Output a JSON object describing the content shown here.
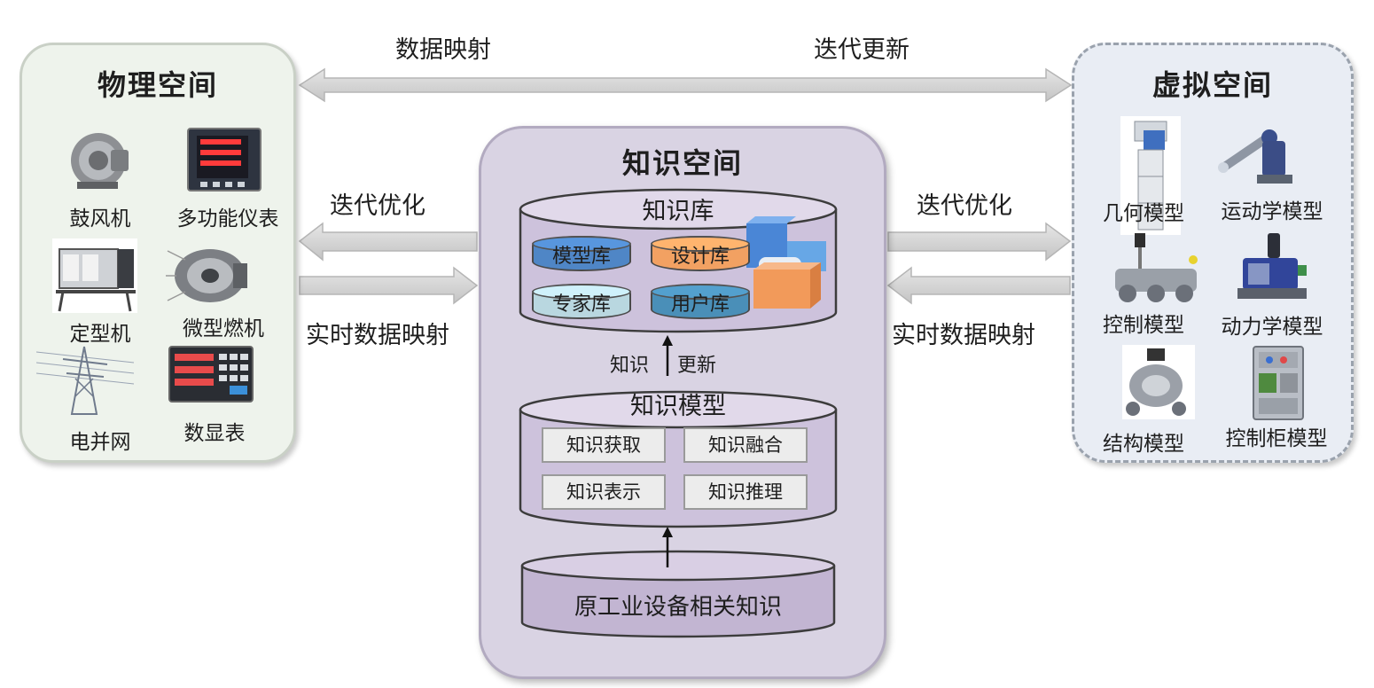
{
  "top_arrow": {
    "left_label": "数据映射",
    "right_label": "迭代更新"
  },
  "physical_space": {
    "title": "物理空间",
    "items": [
      {
        "label": "鼓风机",
        "icon": "blower-icon"
      },
      {
        "label": "多功能仪表",
        "icon": "multifunction-meter-icon"
      },
      {
        "label": "定型机",
        "icon": "setting-machine-icon"
      },
      {
        "label": "微型燃机",
        "icon": "micro-turbine-icon"
      },
      {
        "label": "电并网",
        "icon": "power-grid-tower-icon"
      },
      {
        "label": "数显表",
        "icon": "digital-display-meter-icon"
      }
    ]
  },
  "virtual_space": {
    "title": "虚拟空间",
    "items": [
      {
        "label": "几何模型",
        "icon": "geometric-model-icon"
      },
      {
        "label": "运动学模型",
        "icon": "kinematic-model-icon"
      },
      {
        "label": "控制模型",
        "icon": "control-model-icon"
      },
      {
        "label": "动力学模型",
        "icon": "dynamic-model-icon"
      },
      {
        "label": "结构模型",
        "icon": "structure-model-icon"
      },
      {
        "label": "控制柜模型",
        "icon": "control-cabinet-model-icon"
      }
    ]
  },
  "left_arrows": {
    "upper_label": "迭代优化",
    "lower_label": "实时数据映射"
  },
  "right_arrows": {
    "upper_label": "迭代优化",
    "lower_label": "实时数据映射"
  },
  "knowledge_space": {
    "title": "知识空间",
    "knowledge_base": {
      "title": "知识库",
      "sub_dbs": [
        {
          "label": "模型库",
          "color": "#4f86c6"
        },
        {
          "label": "设计库",
          "color": "#f2a162"
        },
        {
          "label": "专家库",
          "color": "#b9d7e0"
        },
        {
          "label": "用户库",
          "color": "#4a8fb8"
        }
      ]
    },
    "update_arrow": {
      "left_label": "知识",
      "right_label": "更新"
    },
    "knowledge_model": {
      "title": "知识模型",
      "boxes": [
        "知识获取",
        "知识融合",
        "知识表示",
        "知识推理"
      ]
    },
    "source_db": {
      "label": "原工业设备相关知识"
    }
  },
  "colors": {
    "physical_bg": "#eef3ec",
    "virtual_bg": "#e9edf4",
    "knowledge_bg": "#d9d3e3",
    "arrow_fill": "#d4d4d4",
    "cylinder_fill": "#cfc4dc"
  }
}
